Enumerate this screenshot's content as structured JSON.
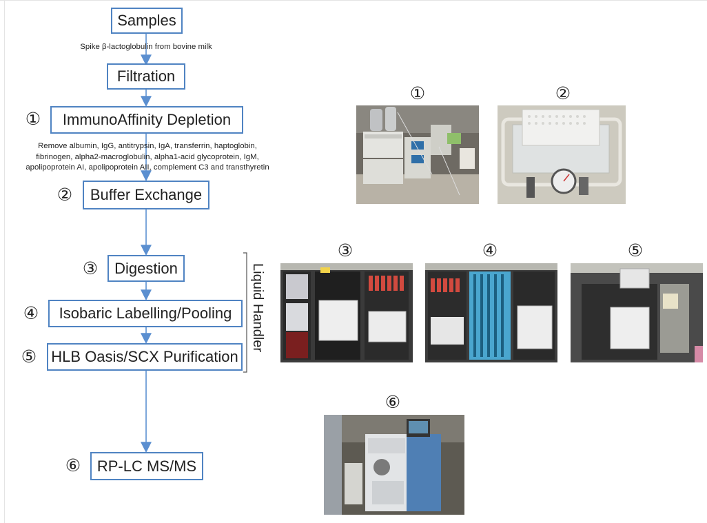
{
  "steps": {
    "samples": "Samples",
    "filtration": "Filtration",
    "depletion": "ImmunoAffinity Depletion",
    "buffer_exchange": "Buffer Exchange",
    "digestion": "Digestion",
    "labelling": "Isobaric Labelling/Pooling",
    "purification": "HLB Oasis/SCX Purification",
    "lcms": "RP-LC MS/MS"
  },
  "markers": {
    "one": "①",
    "two": "②",
    "three": "③",
    "four": "④",
    "five": "⑤",
    "six": "⑥"
  },
  "notes": {
    "spike": "Spike β-lactoglobulin from bovine milk",
    "remove": [
      "Remove albumin, IgG, antitrypsin, IgA, transferrin, haptoglobin,",
      "fibrinogen, alpha2-macroglobulin, alpha1-acid glycoprotein, IgM,",
      "apolipoprotein AI, apolipoprotein AII, complement C3 and transthyretin"
    ]
  },
  "bracket_label": "Liquid Handler",
  "colors": {
    "box_border": "#4f83c2",
    "arrow": "#5b8fd0"
  }
}
